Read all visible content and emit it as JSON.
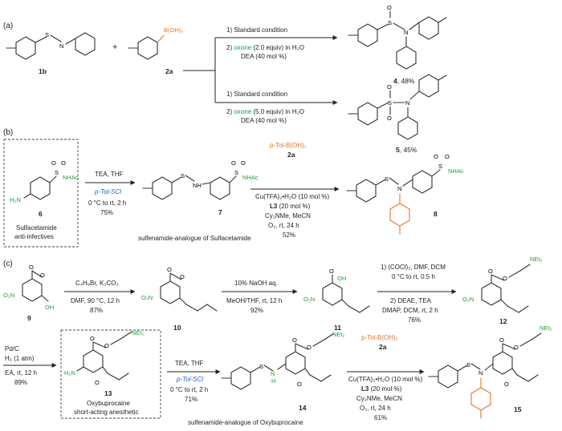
{
  "sections": [
    "(a)",
    "(b)",
    "(c)"
  ],
  "a": {
    "cond_std": "1) Standard condition",
    "top_step2_prefix": "2) ",
    "top_oxone": "oxone",
    "top_step2_suffix": " (2.0 equiv) in H₂O",
    "dea": "DEA (40 mol %)",
    "bot_oxone": "oxone",
    "bot_step2_suffix": " (5.0 equiv) in H₂O",
    "plus": "+",
    "c1b": "1b",
    "c2a": "2a",
    "p4_num": "4",
    "p4_yield": ", 48%",
    "p5_num": "5",
    "p5_yield": ", 45%",
    "boronic": "B(OH)₂"
  },
  "b": {
    "c6": "6",
    "box_l1": "Sulfacetamide",
    "box_l2": "anti-infectives",
    "r1_line1": "TEA, THF",
    "r1_reagent": "p-Tol-SCl",
    "r1_line3": "0 °C to rt, 2 h",
    "r1_yield": "75%",
    "c7": "7",
    "caption": "sulfenamide-analogue of Sulfacetamide",
    "r2_reagent": "p-Tol-B(OH)₂",
    "r2_c2a": "2a",
    "r2_cu": "Cu(TFA)₂•H₂O (10 mol %)",
    "r2_L3b": "L3",
    "r2_L3": " (20 mol %)",
    "r2_base": "Cy₂NMe, MeCN",
    "r2_o2": "O₂, rt, 24 h",
    "r2_yield": "52%",
    "c8": "8",
    "nhac": "NHAc",
    "h2n": "H₂N"
  },
  "c": {
    "c9": "9",
    "s1_l1": "C₄H₉Br, K₂CO₃",
    "s1_l2": "DMF, 90 °C, 12 h",
    "s1_yield": "87%",
    "c10": "10",
    "s2_l1": "10% NaOH aq.",
    "s2_l2": "MeOH/THF, rt, 12 h",
    "s2_yield": "92%",
    "c11": "11",
    "s3_l1": "1) (COCl)₂, DMF, DCM",
    "s3_l2": "0 °C to rt, 0.5 h",
    "s3_l3": "2) DEAE, TEA",
    "s3_l4": "DMAP, DCM, rt, 2 h",
    "s3_yield": "76%",
    "c12": "12",
    "s4_l1": "Pd/C",
    "s4_l2": "H₂ (1 atm)",
    "s4_l3": "EA, rt, 12 h",
    "s4_yield": "89%",
    "c13": "13",
    "box_l1": "Oxybuprocaine",
    "box_l2": "short-acting anesthetic",
    "s5_l1": "TEA, THF",
    "s5_reagent": "p-Tol-SCl",
    "s5_l3": "0 °C to rt, 2 h",
    "s5_yield": "71%",
    "c14": "14",
    "caption": "sulfenamide-analogue of Oxybuprocaine",
    "s6_reagent": "p-Tol-B(OH)₂",
    "s6_c2a": "2a",
    "s6_cu": "Cu(TFA)₂•H₂O (10 mol %)",
    "s6_L3b": "L3",
    "s6_L3": " (20 mol %)",
    "s6_base": "Cy₂NMe, MeCN",
    "s6_o2": "O₂, rt, 24 h",
    "s6_yield": "61%",
    "c15": "15",
    "net2": "NEt₂",
    "no2": "O₂N",
    "oh": "OH",
    "h2n": "H₂N",
    "h": "H"
  },
  "atoms": {
    "S": "S",
    "N": "N",
    "O": "O",
    "H": "H",
    "NH": "NH"
  }
}
